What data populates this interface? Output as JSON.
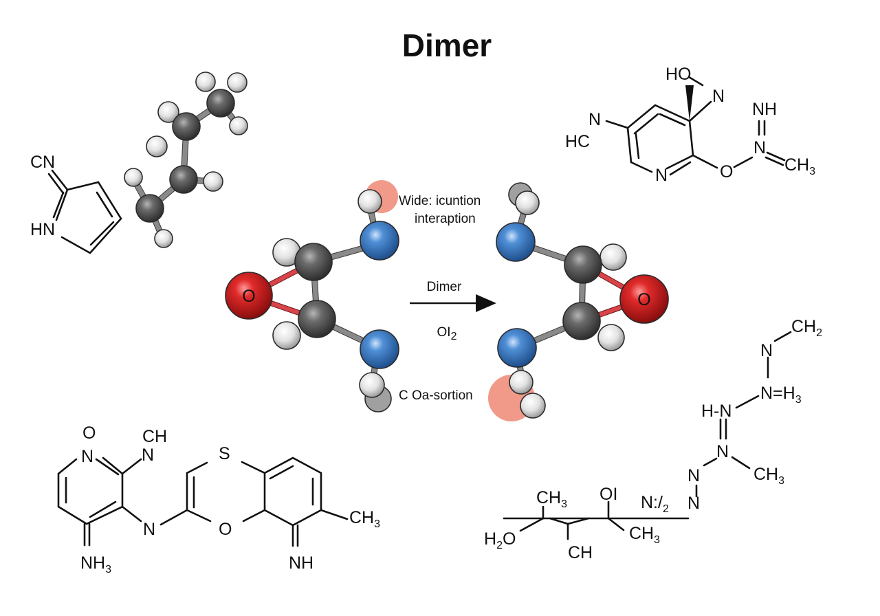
{
  "title": "Dimer",
  "colors": {
    "carbon": "#5a5a5a",
    "hydrogen": "#e6e6e6",
    "nitrogen": "#3a7bc4",
    "oxygen": "#d41f1f",
    "highlight": "#ef8f7c",
    "bond_line": "#111111"
  },
  "reaction": {
    "arrow_label_top": "Dimer",
    "arrow_label_bottom_main": "OI",
    "arrow_label_bottom_sub": "2",
    "annotation_top_line1": "Wide: icuntion",
    "annotation_top_line2": "interaption",
    "annotation_bottom": "C Oa-sortion",
    "left_oxygen_label": "O",
    "right_oxygen_label": "O"
  },
  "structures": {
    "top_left": {
      "labels": [
        "CN",
        "HN"
      ]
    },
    "top_right": {
      "labels": {
        "ho": "HO",
        "n_top": "N",
        "n_left": "N",
        "hc": "HC",
        "n_ring": "N",
        "o": "O",
        "nh": "NH",
        "n_imine": "N",
        "ch3_main": "CH",
        "ch3_sub": "3"
      }
    },
    "bottom_left": {
      "labels": {
        "o_top": "O",
        "n_ring": "N",
        "ch": "CH",
        "n_side": "N",
        "n_bridge": "N",
        "nh3_main": "NH",
        "nh3_sub": "3",
        "s": "S",
        "o_ring": "O",
        "ch3_main": "CH",
        "ch3_sub": "3",
        "nh": "NH"
      }
    },
    "bottom_right": {
      "labels": {
        "ch2_main": "CH",
        "ch2_sub": "2",
        "n1": "N",
        "n2_main": "N=H",
        "n2_sub": "3",
        "hn": "H-N",
        "n3": "N",
        "ch3a_main": "CH",
        "ch3a_sub": "3",
        "n4": "N",
        "n5": "N",
        "ch3b_main": "CH",
        "ch3b_sub": "3",
        "ol": "OI",
        "n_half_main": "N:/",
        "n_half_sub": "2",
        "h2o_main": "H",
        "h2o_sub": "2",
        "h2o_end": "O",
        "ch": "CH",
        "ch3c_main": "CH",
        "ch3c_sub": "3"
      }
    }
  }
}
